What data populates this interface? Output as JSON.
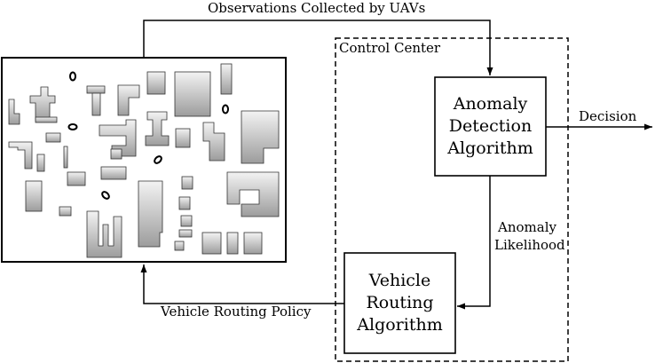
{
  "labels": {
    "observations": "Observations Collected by UAVs",
    "control_center": "Control Center",
    "decision": "Decision",
    "anomaly_likelihood_line1": "Anomaly",
    "anomaly_likelihood_line2": "Likelihood",
    "routing_policy": "Vehicle Routing Policy"
  },
  "blocks": {
    "anomaly_detection": [
      "Anomaly",
      "Detection",
      "Algorithm"
    ],
    "vehicle_routing": [
      "Vehicle",
      "Routing",
      "Algorithm"
    ]
  },
  "colors": {
    "stroke": "#000000",
    "building_light": "#f2f2f2",
    "building_dark": "#9a9a9a"
  },
  "icons": {
    "uav": "small-drone-ring"
  }
}
